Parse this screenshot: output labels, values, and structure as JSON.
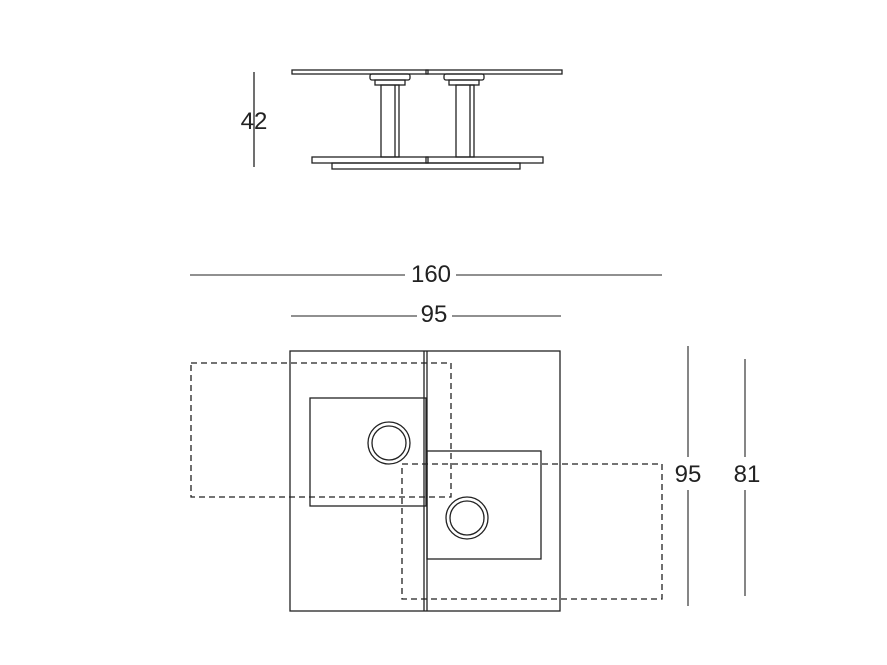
{
  "dimensions": {
    "height": "42",
    "overall_width": "160",
    "top_width": "95",
    "depth": "95",
    "inner_depth": "81"
  },
  "colors": {
    "line": "#222222",
    "background": "#ffffff"
  }
}
